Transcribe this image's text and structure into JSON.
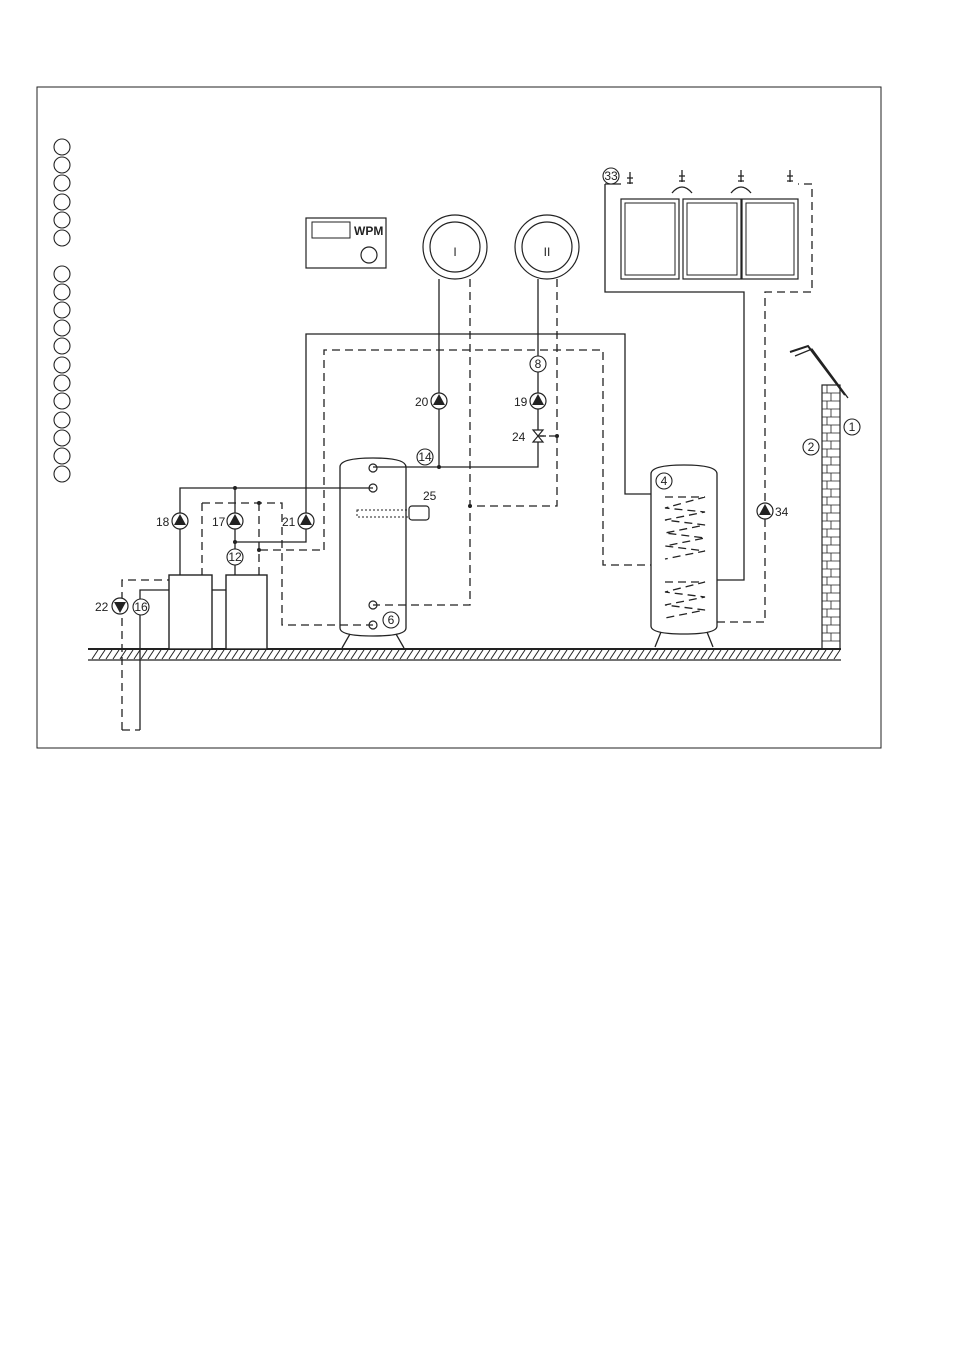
{
  "controller": {
    "label": "WPM"
  },
  "circuits": {
    "circuit_1": "I",
    "circuit_2": "II"
  },
  "callouts": [
    "1",
    "2",
    "4",
    "6",
    "8",
    "12",
    "14",
    "16",
    "33"
  ],
  "pump_labels": [
    "17",
    "18",
    "19",
    "20",
    "21",
    "22",
    "34"
  ],
  "component_labels": [
    "24",
    "25"
  ],
  "legend": {
    "row_count": 18
  }
}
